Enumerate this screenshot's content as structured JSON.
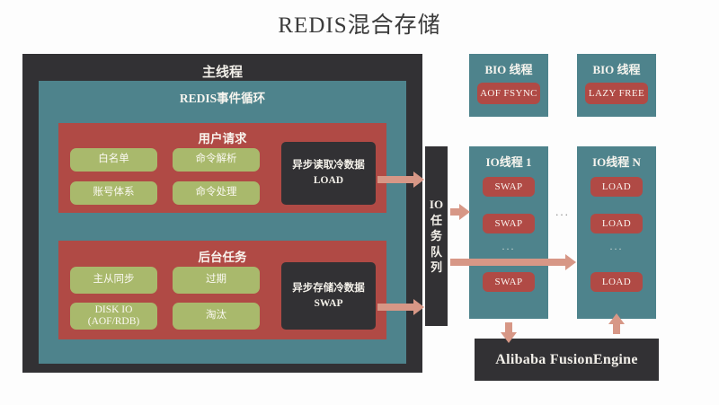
{
  "title": "REDIS混合存储",
  "main_thread": {
    "label": "主线程",
    "event_loop": {
      "label": "REDIS事件循环",
      "user_request": {
        "label": "用户请求",
        "items": [
          {
            "label": "白名单"
          },
          {
            "label": "命令解析"
          },
          {
            "label": "账号体系"
          },
          {
            "label": "命令处理"
          }
        ],
        "async_box": "异步读取冷数据\nLOAD",
        "async_box_line1": "异步读取冷数据",
        "async_box_line2": "LOAD"
      },
      "background_task": {
        "label": "后台任务",
        "items": [
          {
            "label": "主从同步"
          },
          {
            "label": "过期"
          },
          {
            "label": "DISK IO\n(AOF/RDB)",
            "line1": "DISK IO",
            "line2": "(AOF/RDB)"
          },
          {
            "label": "淘汰"
          }
        ],
        "async_box_line1": "异步存储冷数据",
        "async_box_line2": "SWAP"
      }
    }
  },
  "bio_threads": [
    {
      "title": "BIO 线程",
      "task": "AOF FSYNC"
    },
    {
      "title": "BIO 线程",
      "task": "LAZY FREE"
    }
  ],
  "io_queue": {
    "label": "IO 任务队列",
    "chars": [
      "IO",
      "任",
      "务",
      "队",
      "列"
    ]
  },
  "io_threads": [
    {
      "title": "IO线程 1",
      "tasks": [
        "SWAP",
        "SWAP",
        "SWAP"
      ],
      "dots": "..."
    },
    {
      "title": "IO线程 N",
      "tasks": [
        "LOAD",
        "LOAD",
        "LOAD"
      ],
      "dots": "..."
    }
  ],
  "between_io_dots": "...",
  "storage_engine": {
    "label": "Alibaba FusionEngine"
  },
  "colors": {
    "dark": "#323134",
    "teal": "#4e838c",
    "red": "#b04a45",
    "green": "#a9b96c",
    "arrow": "#d79786",
    "background": "#fdfdfd"
  }
}
